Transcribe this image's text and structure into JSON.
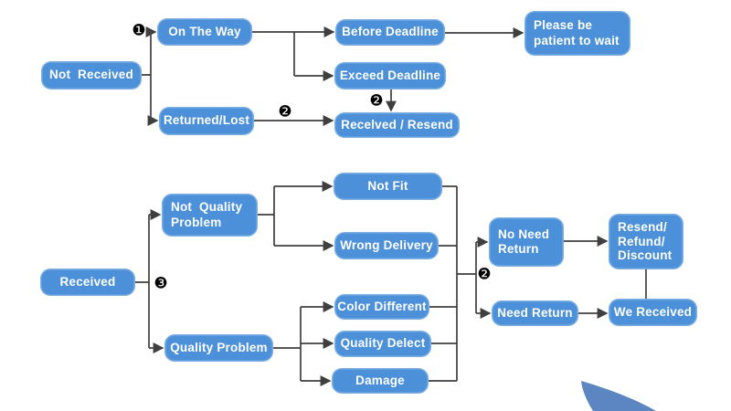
{
  "colors": {
    "box_fill": "#4b90d8",
    "box_text": "#ffffff",
    "line_color": "#3f3f3f",
    "swoosh_color": "#5b86c2"
  },
  "diagram": {
    "nodes": {
      "not_received": {
        "label": "Not  Received"
      },
      "on_the_way": {
        "label": "On The Way"
      },
      "returned_lost": {
        "label": "Returned/Lost"
      },
      "before_deadline": {
        "label": "Before Deadline"
      },
      "exceed_deadline": {
        "label": "Exceed Deadline"
      },
      "please_wait": {
        "label": "Please be\npatient to wait"
      },
      "recelved_resend": {
        "label": "Recelved / Resend"
      },
      "received": {
        "label": "Received"
      },
      "not_quality_problem": {
        "label": "Not  Quality\nProblem"
      },
      "quality_problem": {
        "label": "Quality Problem"
      },
      "not_fit": {
        "label": "Not Fit"
      },
      "wrong_delivery": {
        "label": "Wrong Delivery"
      },
      "color_different": {
        "label": "Color Different"
      },
      "quality_delect": {
        "label": "Quality Delect"
      },
      "damage": {
        "label": "Damage"
      },
      "no_need_return": {
        "label": "No Need\nReturn"
      },
      "need_return": {
        "label": "Need Return"
      },
      "resend_refund_discount": {
        "label": "Resend/\nRefund/\nDiscount"
      },
      "we_received": {
        "label": "We Received"
      }
    },
    "badges": {
      "step1": "❶",
      "step2_returned": "❷",
      "step2_exceed": "❷",
      "step3": "❸",
      "step2_return_split": "❷"
    }
  }
}
